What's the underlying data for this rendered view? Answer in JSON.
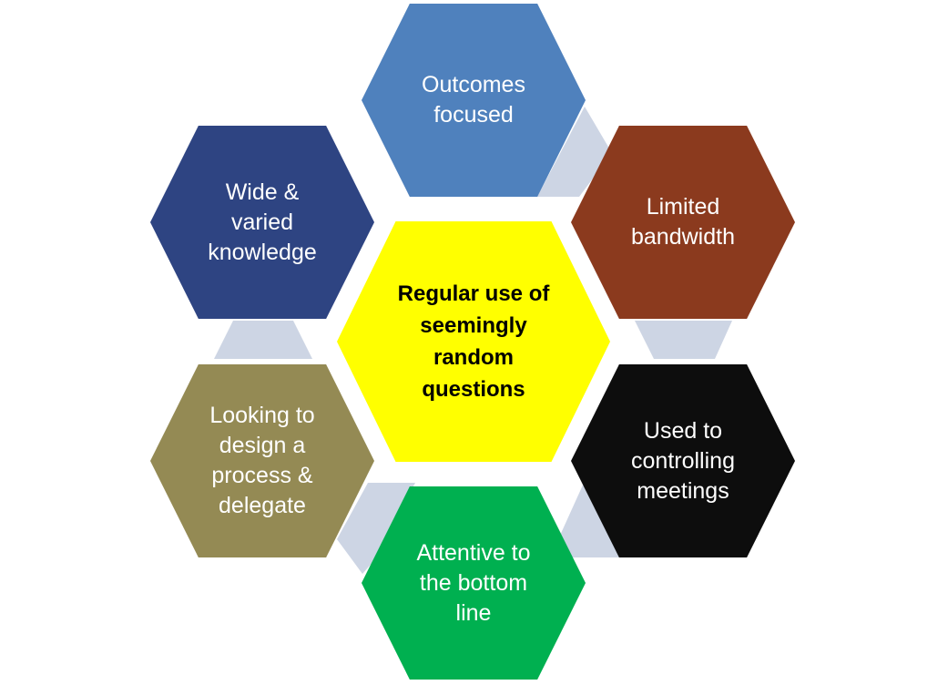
{
  "center": {
    "text": "Regular use of\nseemingly\nrandom\nquestions",
    "color": "#FFFF00",
    "text_color": "#000000"
  },
  "hexagons": [
    {
      "id": "outcomes-focused",
      "text": "Outcomes\nfocused",
      "color": "#4F81BD"
    },
    {
      "id": "limited-bandwidth",
      "text": "Limited\nbandwidth",
      "color": "#8B3A1E"
    },
    {
      "id": "used-to-controlling-meetings",
      "text": "Used to\ncontrolling\nmeetings",
      "color": "#0D0D0D"
    },
    {
      "id": "attentive-to-bottom-line",
      "text": "Attentive to\nthe bottom\nline",
      "color": "#00B050"
    },
    {
      "id": "looking-to-design-process",
      "text": "Looking to\ndesign a\nprocess &\ndelegate",
      "color": "#948A54"
    },
    {
      "id": "wide-varied-knowledge",
      "text": "Wide &\nvaried\nknowledge",
      "color": "#2E4482"
    }
  ],
  "connector_color": "#CDD5E4"
}
